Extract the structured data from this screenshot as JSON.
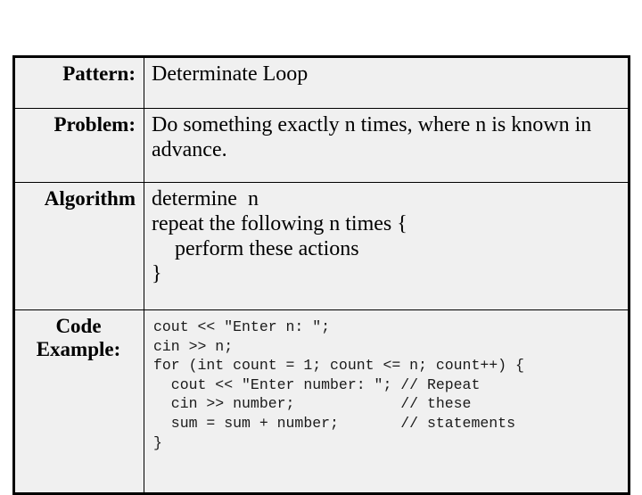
{
  "slide": {
    "background_color": "#ffffff",
    "table_background_color": "#f0f0f0",
    "border_color": "#000000"
  },
  "table": {
    "rows": [
      {
        "label": "Pattern:",
        "label_align": "right",
        "value_type": "text",
        "value": "Determinate Loop"
      },
      {
        "label": "Problem:",
        "label_align": "right",
        "value_type": "text",
        "value": "Do something exactly n times, where n is known in advance."
      },
      {
        "label": "Algorithm",
        "label_align": "right",
        "value_type": "lines",
        "lines": [
          {
            "text": "determine  n",
            "indent": false
          },
          {
            "text": "repeat the following n times {",
            "indent": false
          },
          {
            "text": "perform these actions",
            "indent": true
          },
          {
            "text": "}",
            "indent": false
          }
        ]
      },
      {
        "label_line1": "Code",
        "label_line2": "Example:",
        "label_align": "center",
        "value_type": "code",
        "code": "cout << \"Enter n: \";\ncin >> n;\nfor (int count = 1; count <= n; count++) {\n  cout << \"Enter number: \"; // Repeat\n  cin >> number;            // these\n  sum = sum + number;       // statements\n}"
      }
    ]
  }
}
